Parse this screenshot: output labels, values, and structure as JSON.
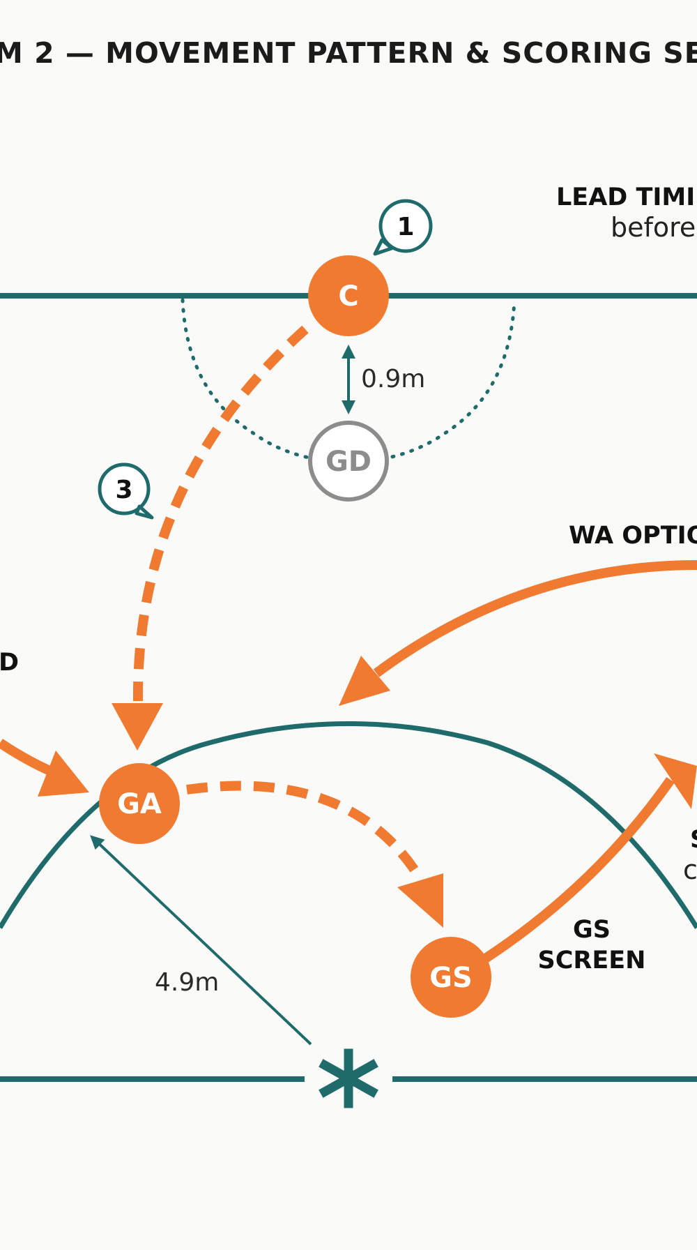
{
  "title": "M 2 — MOVEMENT PATTERN & SCORING SE",
  "colors": {
    "court_line": "#1f6b6b",
    "player": "#ef7a30",
    "defender_ring": "#8c8c8c",
    "background": "#fafaf8"
  },
  "players": {
    "c": "C",
    "gd": "GD",
    "ga": "GA",
    "gs": "GS"
  },
  "steps": {
    "one": "1",
    "three": "3"
  },
  "labels": {
    "lead_timing_title": "LEAD TIMI",
    "lead_timing_sub": "before",
    "wa_option": "WA OPTIO",
    "left_fragment": "D",
    "gs_screen_line1": "GS",
    "gs_screen_line2": "SCREEN",
    "right_fragment_1": "S",
    "right_fragment_2": "c"
  },
  "measurements": {
    "c_to_gd": "0.9m",
    "circle_radius": "4.9m"
  },
  "icons": {
    "post_marker": "asterisk-icon"
  }
}
